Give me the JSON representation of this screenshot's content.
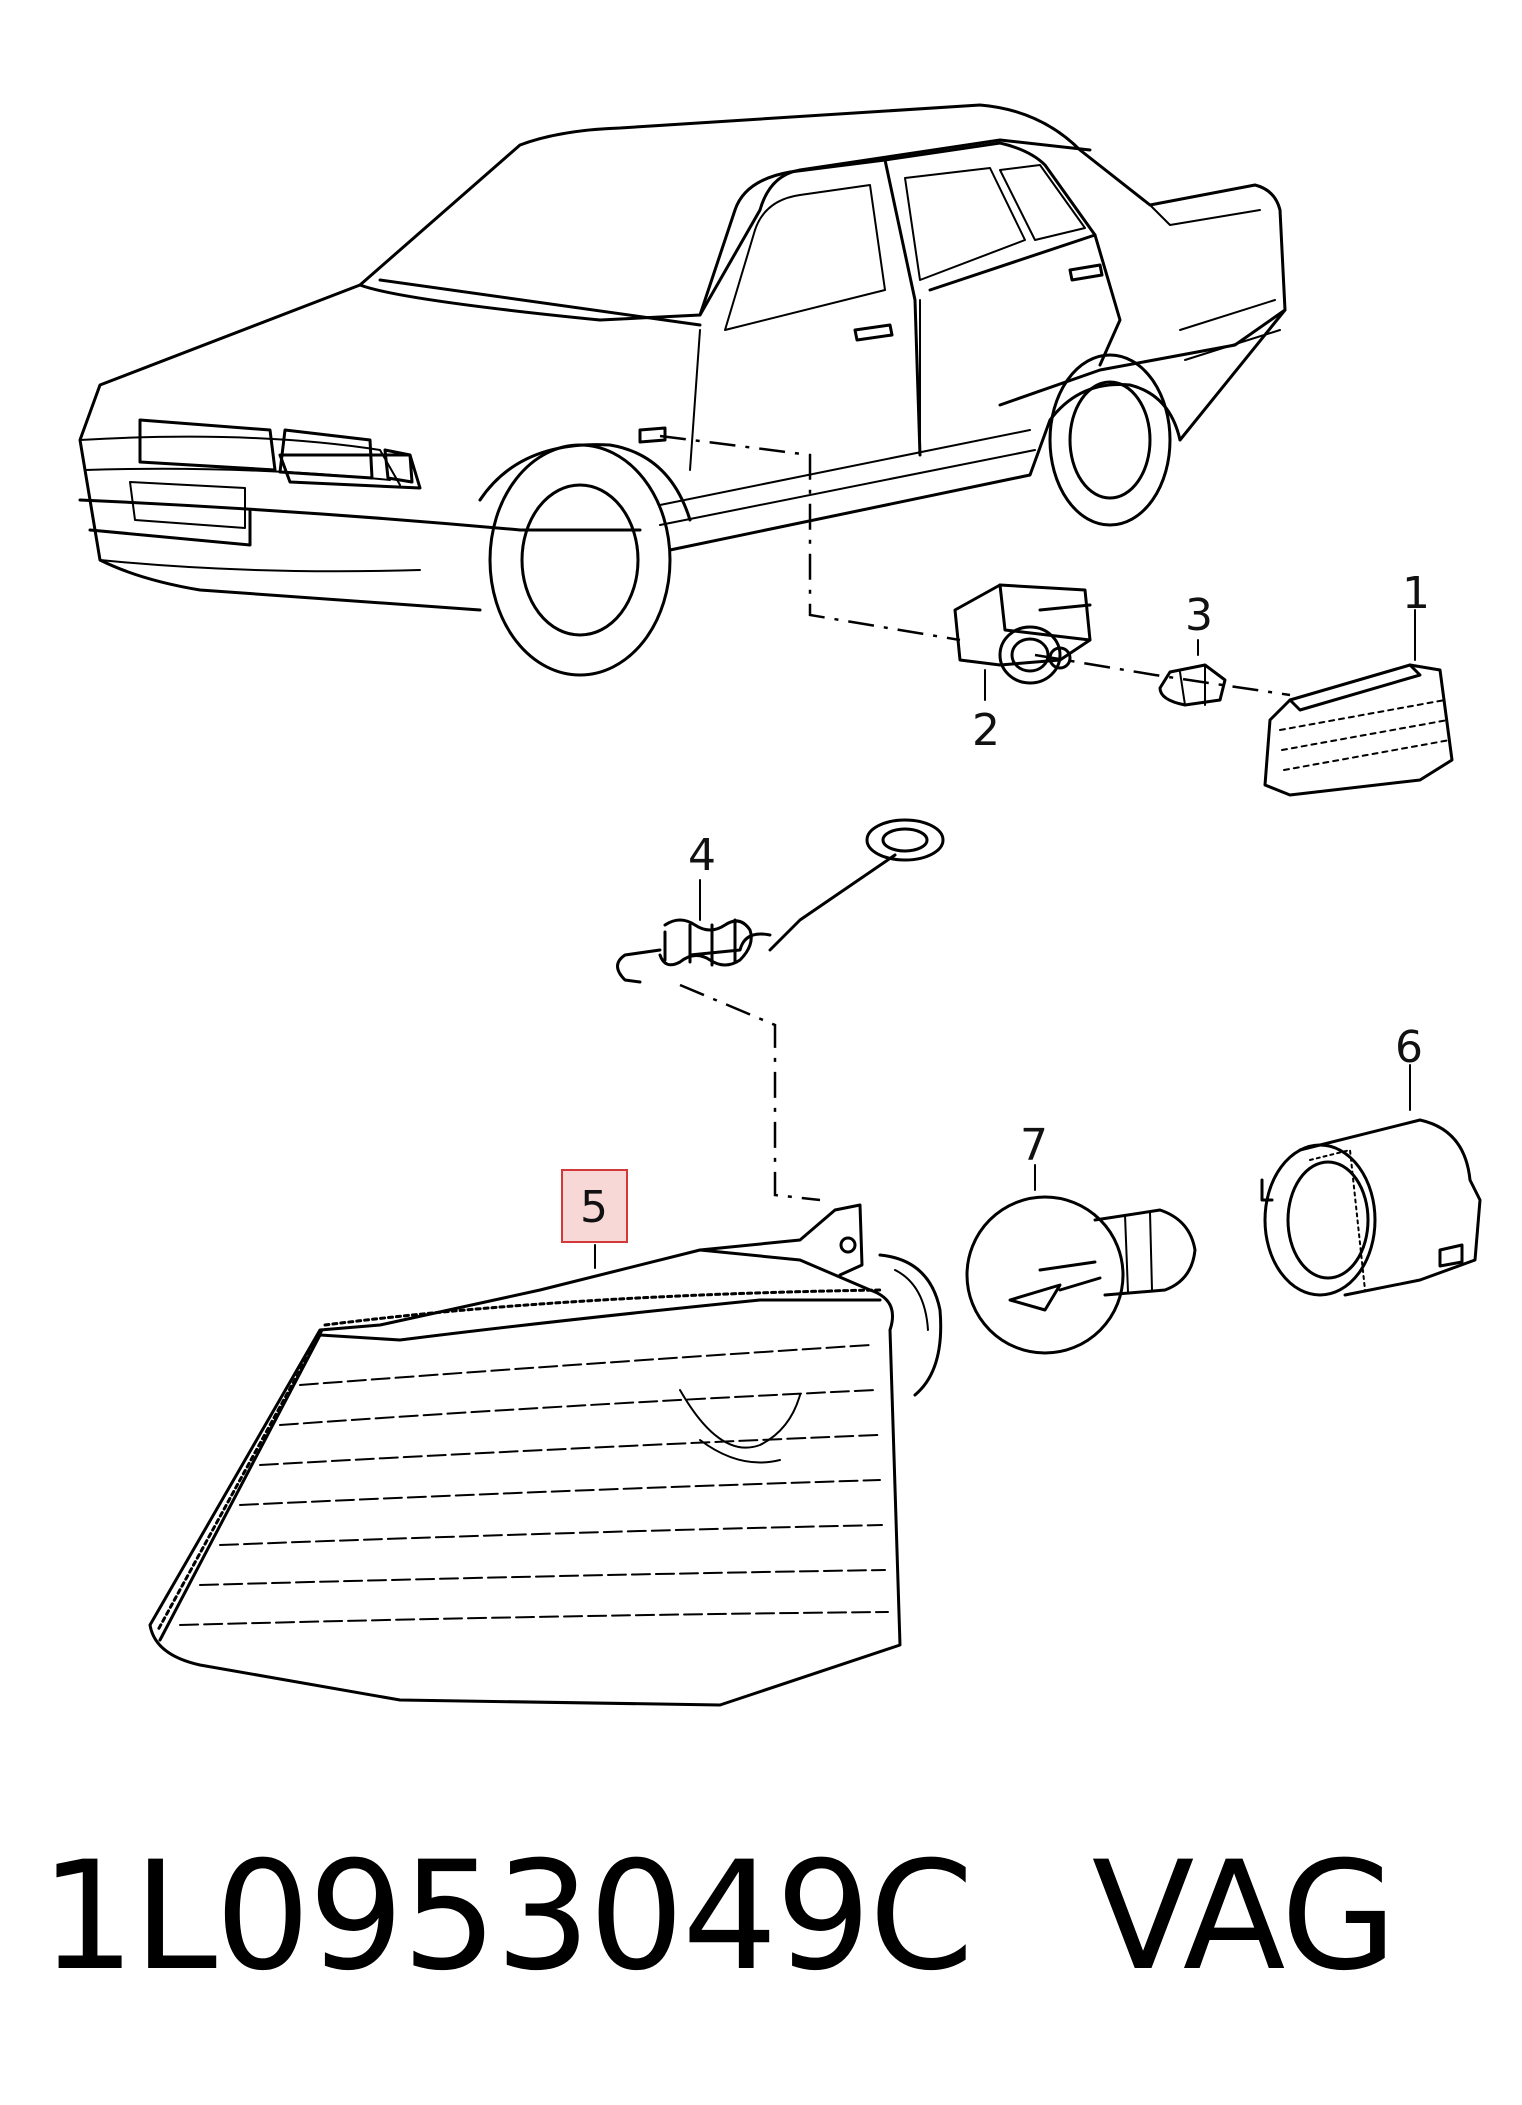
{
  "callouts": [
    {
      "id": "1",
      "label": "1"
    },
    {
      "id": "2",
      "label": "2"
    },
    {
      "id": "3",
      "label": "3"
    },
    {
      "id": "4",
      "label": "4"
    },
    {
      "id": "5",
      "label": "5",
      "highlighted": true
    },
    {
      "id": "6",
      "label": "6"
    },
    {
      "id": "7",
      "label": "7"
    }
  ],
  "part_number": "1L0953049C",
  "brand": "VAG",
  "colors": {
    "line": "#000000",
    "highlight_border": "#d23a3a",
    "highlight_fill": "#f8d7d7"
  }
}
